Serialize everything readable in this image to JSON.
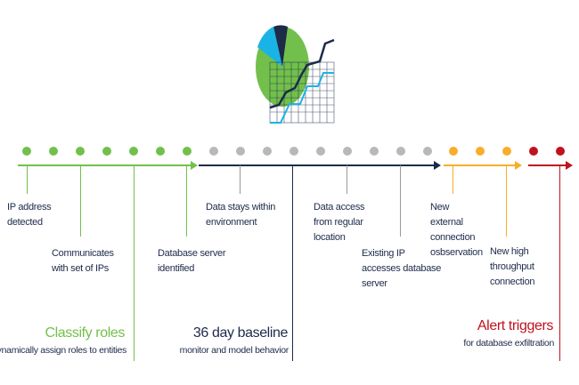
{
  "colors": {
    "green": "#72c04b",
    "navy": "#1d2a4a",
    "gray": "#b8b8b8",
    "orange": "#f9ad2b",
    "red": "#c0121f"
  },
  "icon": "pie-and-line-chart-icon",
  "events": {
    "ip_detected": "IP address detected",
    "communicates": "Communicates with set of IPs",
    "db_identified": "Database server identified",
    "data_stays": "Data stays within environment",
    "data_access": "Data access from regular location",
    "existing_ip": "Existing IP accesses database server",
    "new_external": "New external connection osbservation",
    "new_high": "New high throughput connection"
  },
  "phases": {
    "classify": {
      "title": "Classify roles",
      "subtitle": "Dynamically assign roles to entities"
    },
    "baseline": {
      "title": "36 day baseline",
      "subtitle": "monitor and model behavior"
    },
    "alert": {
      "title": "Alert triggers",
      "subtitle": "for database exfiltration"
    }
  }
}
